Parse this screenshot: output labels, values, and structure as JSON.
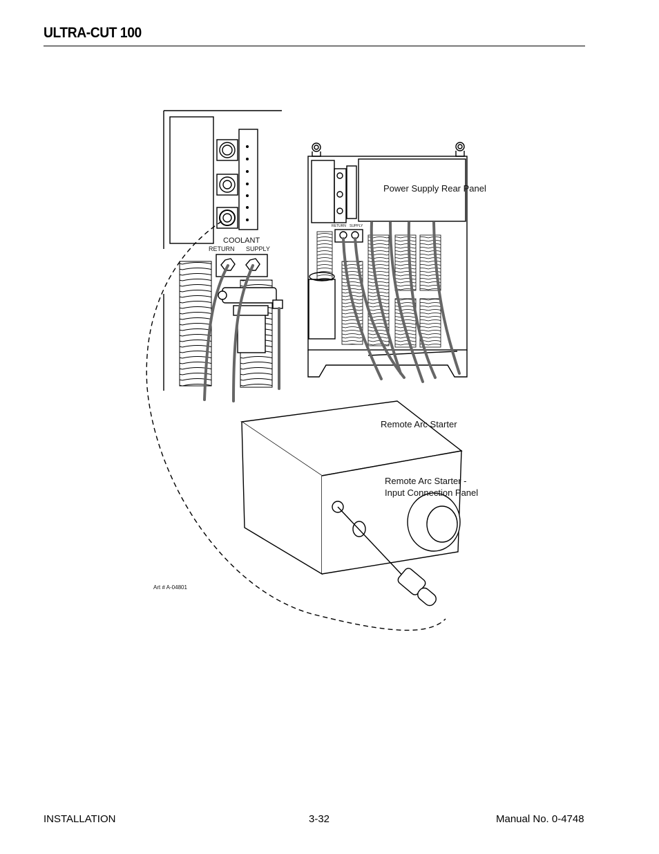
{
  "header": {
    "title": "ULTRA-CUT 100"
  },
  "figure": {
    "labels": {
      "coolant": "COOLANT",
      "return": "RETURN",
      "supply": "SUPPLY",
      "small_return": "RETURN",
      "small_supply": "SUPPLY",
      "power_supply_rear_panel": "Power Supply Rear Panel",
      "remote_arc_starter": "Remote Arc Starter",
      "ras_panel_line1": "Remote Arc Starter -",
      "ras_panel_line2": "Input Connection Panel",
      "art_number": "Art # A-04801"
    }
  },
  "footer": {
    "section": "INSTALLATION",
    "page": "3-32",
    "manual": "Manual No. 0-4748"
  }
}
